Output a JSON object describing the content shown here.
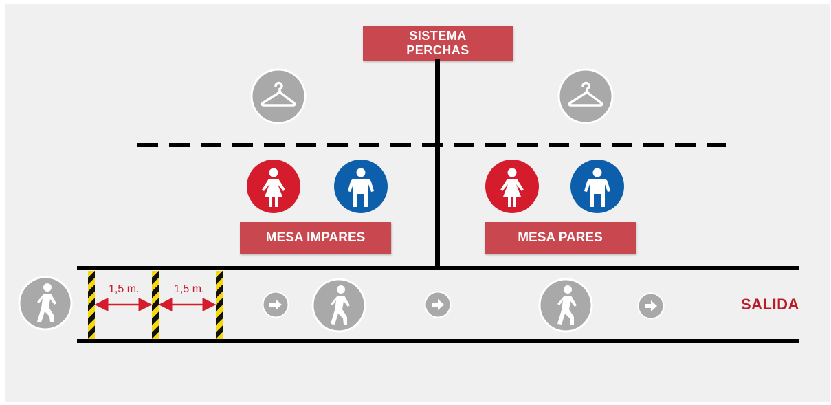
{
  "diagram": {
    "top_box": {
      "text": "SISTEMA\nPERCHAS"
    },
    "left_table": {
      "text": "MESA IMPARES"
    },
    "right_table": {
      "text": "MESA PARES"
    },
    "distance_labels": [
      "1,5 m.",
      "1,5 m."
    ],
    "exit_label": "SALIDA",
    "icons": {
      "hanger": "hanger-icon",
      "woman": "woman-icon",
      "man": "man-icon",
      "pedestrian": "pedestrian-icon",
      "arrow": "arrow-right-icon"
    }
  },
  "colors": {
    "box_red": "#c9474e",
    "woman_red": "#d41c2c",
    "man_blue": "#0d5fab",
    "icon_gray": "#a9a9a9",
    "exit_red": "#b91c28",
    "hazard_yellow": "#f5d90a"
  }
}
